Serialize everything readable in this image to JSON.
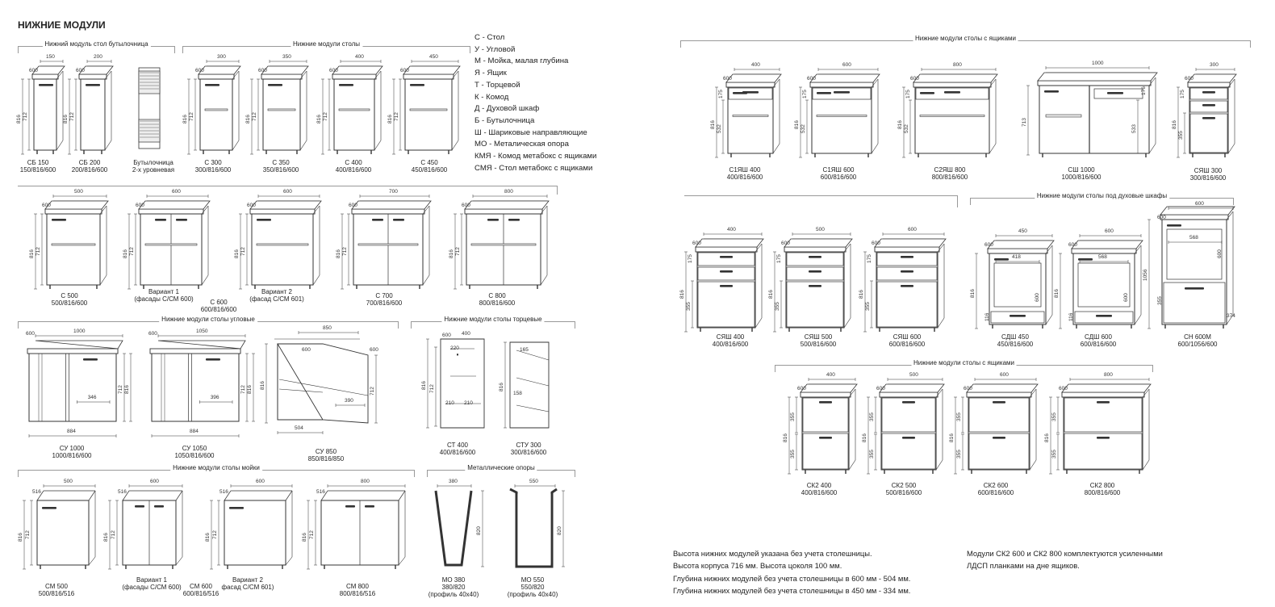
{
  "title": "НИЖНИЕ МОДУЛИ",
  "sections": [
    {
      "label": "Нижний модуль стол бутылочница"
    },
    {
      "label": "Нижние модули столы"
    },
    {
      "label": "Нижние модули столы с ящиками"
    },
    {
      "label": "Нижние модули столы угловые"
    },
    {
      "label": "Нижние модули столы торцевые"
    },
    {
      "label": "Нижние модули столы мойки"
    },
    {
      "label": "Металлические опоры"
    },
    {
      "label": "Нижние модули столы под духовые шкафы"
    },
    {
      "label": "Нижние модули столы с ящиками"
    }
  ],
  "legend": [
    "С - Стол",
    "У - Угловой",
    "М - Мойка, малая глубина",
    "Я - Ящик",
    "Т - Торцевой",
    "К - Комод",
    "Д - Духовой шкаф",
    "Б - Бутылочница",
    "Ш - Шариковые направляющие",
    "МО - Металическая опора",
    "КМЯ - Комод метабокс с ящиками",
    "СМЯ - Стол метабокс с ящиками"
  ],
  "modules": [
    {
      "name": "СБ 150",
      "size": "150/816/600",
      "w": "150",
      "d": "600",
      "h": "816",
      "hc": "712"
    },
    {
      "name": "СБ 200",
      "size": "200/816/600",
      "w": "200",
      "d": "600",
      "h": "816",
      "hc": "712"
    },
    {
      "name": "Бутылочница",
      "size": "2-х уровневая"
    },
    {
      "name": "С 300",
      "size": "300/816/600",
      "w": "300",
      "d": "600",
      "h": "816",
      "hc": "712"
    },
    {
      "name": "С 350",
      "size": "350/816/600",
      "w": "350",
      "d": "600",
      "h": "816",
      "hc": "712"
    },
    {
      "name": "С 400",
      "size": "400/816/600",
      "w": "400",
      "d": "600",
      "h": "816",
      "hc": "712"
    },
    {
      "name": "С 450",
      "size": "450/816/600",
      "w": "450",
      "d": "600",
      "h": "816",
      "hc": "712"
    },
    {
      "name": "С 500",
      "size": "500/816/600",
      "w": "500",
      "d": "600",
      "h": "816",
      "hc": "712"
    },
    {
      "name": "Вариант 1",
      "size": "(фасады С/СМ 600)",
      "w": "600",
      "d": "600",
      "h": "816",
      "hc": "712"
    },
    {
      "name": "С 600",
      "size": "600/816/600"
    },
    {
      "name": "Вариант 2",
      "size": "(фасад С/СМ 601)",
      "w": "600",
      "d": "600",
      "h": "816",
      "hc": "712"
    },
    {
      "name": "С 700",
      "size": "700/816/600",
      "w": "700",
      "d": "600",
      "h": "816",
      "hc": "712"
    },
    {
      "name": "С 800",
      "size": "800/816/600",
      "w": "800",
      "d": "600",
      "h": "816",
      "hc": "712"
    },
    {
      "name": "СУ 1000",
      "size": "1000/816/600",
      "w": "1000",
      "d": "600",
      "h": "816",
      "hc": "712",
      "inner": "346",
      "base": "884"
    },
    {
      "name": "СУ 1050",
      "size": "1050/816/600",
      "w": "1050",
      "d": "600",
      "h": "816",
      "hc": "712",
      "inner": "396",
      "base": "884"
    },
    {
      "name": "СУ 850",
      "size": "850/816/850",
      "w": "850",
      "d": "600",
      "w2": "600",
      "h": "816",
      "hc": "712",
      "inner": "390",
      "base": "504"
    },
    {
      "name": "СТ 400",
      "size": "400/816/600",
      "w": "400",
      "d": "600",
      "h": "816",
      "hc": "712",
      "a": "220",
      "b": "210",
      "c": "210"
    },
    {
      "name": "СТУ 300",
      "size": "300/816/600",
      "a": "165",
      "b": "158",
      "h": "816"
    },
    {
      "name": "СМ 500",
      "size": "500/816/516",
      "w": "500",
      "d": "516",
      "h": "816",
      "hc": "712"
    },
    {
      "name": "Вариант 1",
      "size": "(фасады С/СМ 600)",
      "w": "600",
      "d": "516",
      "h": "816",
      "hc": "712"
    },
    {
      "name": "СМ 600",
      "size": "600/816/516"
    },
    {
      "name": "Вариант 2",
      "size": "фасад С/СМ 601)",
      "w": "600",
      "d": "516",
      "h": "816",
      "hc": "712"
    },
    {
      "name": "СМ 800",
      "size": "800/816/516",
      "w": "800",
      "d": "516",
      "h": "816",
      "hc": "712"
    },
    {
      "name": "МО 380",
      "size": "380/820",
      "extra": "(профиль 40х40)",
      "w": "380",
      "h": "820"
    },
    {
      "name": "МО 550",
      "size": "550/820",
      "extra": "(профиль 40х40)",
      "w": "550",
      "h": "820"
    },
    {
      "name": "С1ЯШ 400",
      "size": "400/816/600",
      "w": "400",
      "d": "600",
      "h": "816",
      "hc": "532",
      "t": "175"
    },
    {
      "name": "С1ЯШ 600",
      "size": "600/816/600",
      "w": "600",
      "d": "600",
      "h": "816",
      "hc": "532",
      "t": "175"
    },
    {
      "name": "С2ЯШ 800",
      "size": "800/816/600",
      "w": "800",
      "d": "600",
      "h": "816",
      "hc": "532",
      "t": "175"
    },
    {
      "name": "СШ 1000",
      "size": "1000/816/600",
      "w": "1000",
      "d": "600",
      "h": "713",
      "hc": "533",
      "t": "176"
    },
    {
      "name": "СЯШ 300",
      "size": "300/816/600",
      "w": "300",
      "d": "600",
      "h": "816",
      "t": "175",
      "b": "355"
    },
    {
      "name": "СЯШ 400",
      "size": "400/816/600",
      "w": "400",
      "d": "600",
      "h": "816",
      "t": "175",
      "b": "355"
    },
    {
      "name": "СЯШ 500",
      "size": "500/816/600",
      "w": "500",
      "d": "600",
      "h": "816",
      "t": "175",
      "b": "355"
    },
    {
      "name": "СЯШ 600",
      "size": "600/816/600",
      "w": "600",
      "d": "600",
      "h": "816",
      "t": "175",
      "b": "355"
    },
    {
      "name": "СДШ 450",
      "size": "450/816/600",
      "w": "450",
      "d": "600",
      "h": "816",
      "inner": "418",
      "ih": "600",
      "lo": "116"
    },
    {
      "name": "СДШ 600",
      "size": "600/816/600",
      "w": "600",
      "d": "600",
      "h": "816",
      "inner": "568",
      "ih": "600",
      "lo": "116"
    },
    {
      "name": "СН 600М",
      "size": "600/1056/600",
      "w": "600",
      "d": "600",
      "h": "1056",
      "inner": "568",
      "ih": "600",
      "lo": "355",
      "s": "374"
    },
    {
      "name": "СК2 400",
      "size": "400/816/600",
      "w": "400",
      "d": "600",
      "h": "816",
      "a": "355",
      "b": "355"
    },
    {
      "name": "СК2 500",
      "size": "500/816/600",
      "w": "500",
      "d": "600",
      "h": "816",
      "a": "355",
      "b": "355"
    },
    {
      "name": "СК2 600",
      "size": "600/816/600",
      "w": "600",
      "d": "600",
      "h": "816",
      "a": "355",
      "b": "355"
    },
    {
      "name": "СК2 800",
      "size": "800/816/600",
      "w": "800",
      "d": "600",
      "h": "816",
      "a": "355",
      "b": "355"
    }
  ],
  "notes_left": [
    "Высота нижних модулей указана без учета столешницы.",
    "Высота корпуса 716 мм. Высота цоколя 100 мм.",
    "Глубина нижних модулей без учета столешницы в 600 мм - 504 мм.",
    "Глубина нижних модулей без учета столешницы в 450 мм - 334 мм."
  ],
  "notes_right": [
    "Модули СК2 600 и СК2 800 комплектуются усиленными",
    "ЛДСП планками на дне ящиков."
  ]
}
